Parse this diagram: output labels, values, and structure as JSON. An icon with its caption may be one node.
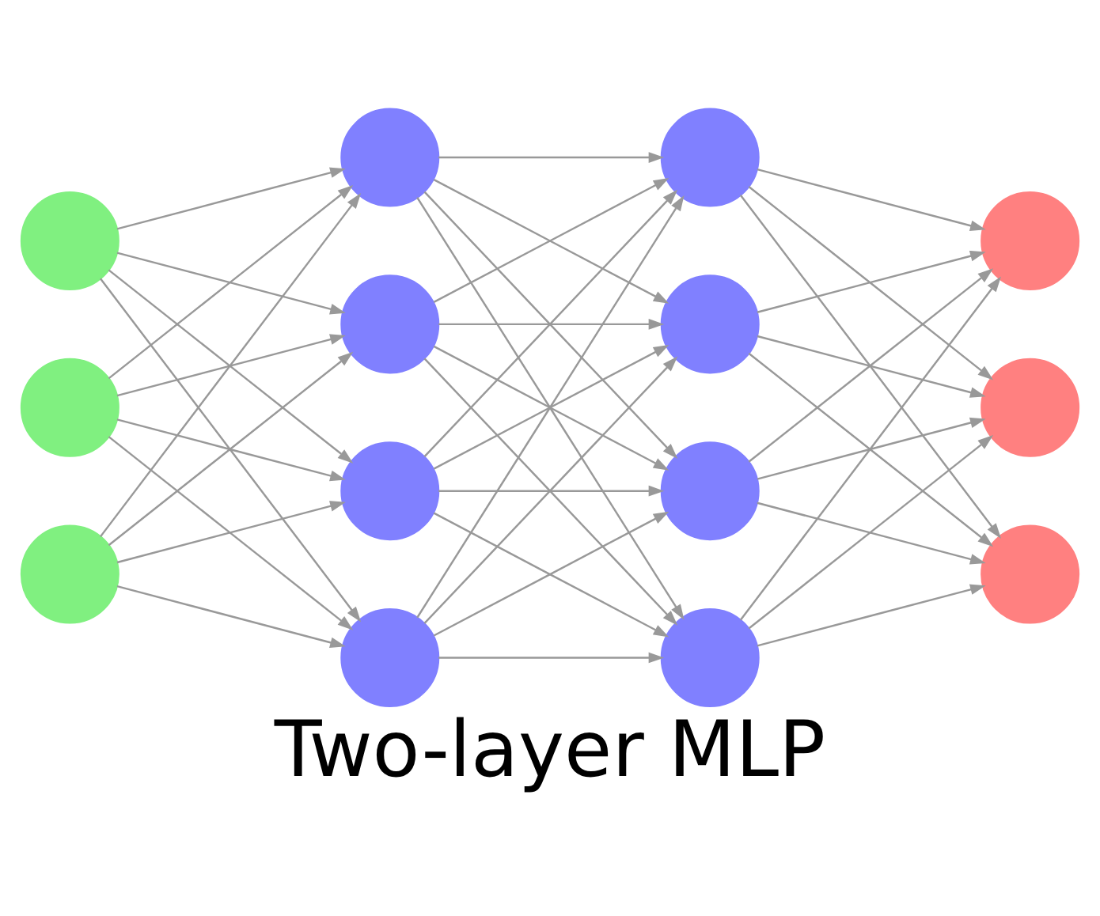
{
  "diagram": {
    "caption": "Two-layer MLP",
    "nodes": [
      {
        "text": [],
        "shape": "circle"
      },
      {
        "text": [],
        "shape": "circle"
      },
      {
        "text": [],
        "shape": "circle"
      },
      {
        "text": [],
        "shape": "circle"
      },
      {
        "text": [],
        "shape": "circle"
      },
      {
        "text": [],
        "shape": "circle"
      },
      {
        "text": [],
        "shape": "circle"
      },
      {
        "text": [],
        "shape": "circle"
      },
      {
        "text": [],
        "shape": "circle"
      },
      {
        "text": [],
        "shape": "circle"
      },
      {
        "text": [],
        "shape": "circle"
      },
      {
        "text": [],
        "shape": "circle"
      },
      {
        "text": [],
        "shape": "circle"
      },
      {
        "text": [],
        "shape": "circle"
      }
    ],
    "edges": [
      {
        "from": 0,
        "to": 3,
        "arrow": "to"
      },
      {
        "from": 0,
        "to": 4,
        "arrow": "to"
      },
      {
        "from": 0,
        "to": 5,
        "arrow": "to"
      },
      {
        "from": 0,
        "to": 6,
        "arrow": "to"
      },
      {
        "from": 1,
        "to": 3,
        "arrow": "to"
      },
      {
        "from": 1,
        "to": 4,
        "arrow": "to"
      },
      {
        "from": 1,
        "to": 5,
        "arrow": "to"
      },
      {
        "from": 1,
        "to": 6,
        "arrow": "to"
      },
      {
        "from": 2,
        "to": 3,
        "arrow": "to"
      },
      {
        "from": 2,
        "to": 4,
        "arrow": "to"
      },
      {
        "from": 2,
        "to": 5,
        "arrow": "to"
      },
      {
        "from": 2,
        "to": 6,
        "arrow": "to"
      },
      {
        "from": 3,
        "to": 7,
        "arrow": "to"
      },
      {
        "from": 3,
        "to": 8,
        "arrow": "to"
      },
      {
        "from": 3,
        "to": 9,
        "arrow": "to"
      },
      {
        "from": 3,
        "to": 10,
        "arrow": "to"
      },
      {
        "from": 4,
        "to": 7,
        "arrow": "to"
      },
      {
        "from": 4,
        "to": 8,
        "arrow": "to"
      },
      {
        "from": 4,
        "to": 9,
        "arrow": "to"
      },
      {
        "from": 4,
        "to": 10,
        "arrow": "to"
      },
      {
        "from": 5,
        "to": 7,
        "arrow": "to"
      },
      {
        "from": 5,
        "to": 8,
        "arrow": "to"
      },
      {
        "from": 5,
        "to": 9,
        "arrow": "to"
      },
      {
        "from": 5,
        "to": 10,
        "arrow": "to"
      },
      {
        "from": 6,
        "to": 7,
        "arrow": "to"
      },
      {
        "from": 6,
        "to": 8,
        "arrow": "to"
      },
      {
        "from": 6,
        "to": 9,
        "arrow": "to"
      },
      {
        "from": 6,
        "to": 10,
        "arrow": "to"
      },
      {
        "from": 7,
        "to": 11,
        "arrow": "to"
      },
      {
        "from": 7,
        "to": 12,
        "arrow": "to"
      },
      {
        "from": 7,
        "to": 13,
        "arrow": "to"
      },
      {
        "from": 8,
        "to": 11,
        "arrow": "to"
      },
      {
        "from": 8,
        "to": 12,
        "arrow": "to"
      },
      {
        "from": 8,
        "to": 13,
        "arrow": "to"
      },
      {
        "from": 9,
        "to": 11,
        "arrow": "to"
      },
      {
        "from": 9,
        "to": 12,
        "arrow": "to"
      },
      {
        "from": 9,
        "to": 13,
        "arrow": "to"
      },
      {
        "from": 10,
        "to": 11,
        "arrow": "to"
      },
      {
        "from": 10,
        "to": 12,
        "arrow": "to"
      },
      {
        "from": 10,
        "to": 13,
        "arrow": "to"
      }
    ]
  }
}
